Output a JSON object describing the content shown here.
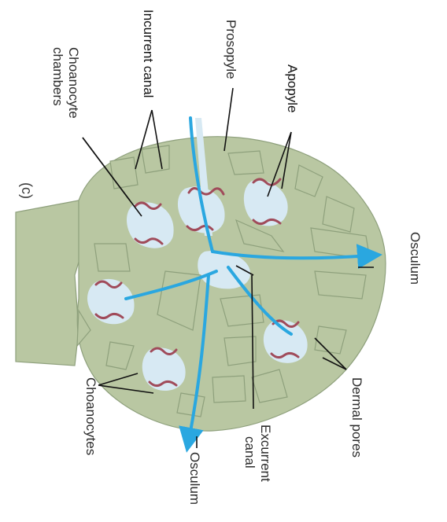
{
  "figure": {
    "panel_letter": "(c)",
    "labels": {
      "incurrent_canal": "Incurrent canal",
      "prosopyle": "Prosopyle",
      "apopyle": "Apopyle",
      "choanocyte_chambers_line1": "Choanocyte",
      "choanocyte_chambers_line2": "chambers",
      "osculum_right": "Osculum",
      "osculum_bottom": "Osculum",
      "choanocytes": "Choanocytes",
      "excurrent_canal_line1": "Excurrent",
      "excurrent_canal_line2": "canal",
      "dermal_pores": "Dermal pores"
    },
    "colors": {
      "tissue": "#b9c7a2",
      "water_channel": "#d7e9f3",
      "choanocyte": "#a04b5a",
      "flow_arrow": "#2aa7e0"
    }
  }
}
